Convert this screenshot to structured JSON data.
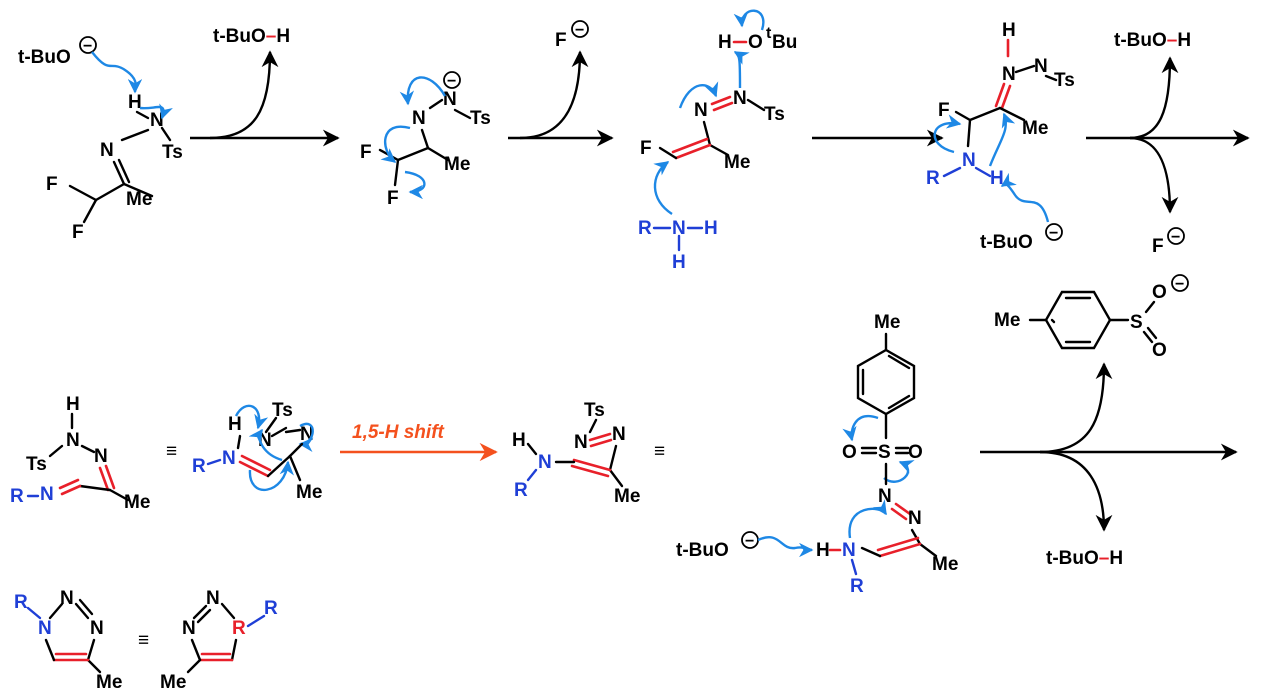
{
  "colors": {
    "black": "#000000",
    "red": "#e8202a",
    "blue_atom": "#1f3fd6",
    "curly_arrow": "#1e88e5",
    "orange": "#f4511e"
  },
  "labels": {
    "tBuO_minus": "t-BuO",
    "tBuOH_pre": "t-BuO",
    "tBuOH_H": "H",
    "minus": "−",
    "F": "F",
    "H": "H",
    "N": "N",
    "Ts": "Ts",
    "Me": "Me",
    "R": "R",
    "tBu_O": "O",
    "tBu_t": "t",
    "tBu_Bu": "Bu",
    "S": "S",
    "O": "O",
    "equiv": "≡",
    "shift": "1,5-H shift"
  }
}
